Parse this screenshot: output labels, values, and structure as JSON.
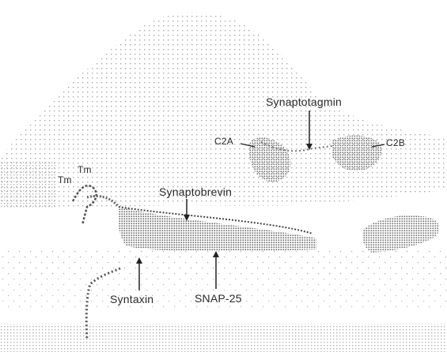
{
  "figure": {
    "labels": {
      "synaptotagmin": "Synaptotagmin",
      "c2a": "C2A",
      "c2b": "C2B",
      "synaptobrevin": "Synaptobrevin",
      "tm1": "Tm",
      "tm2": "Tm",
      "syntaxin": "Syntaxin",
      "snap25": "SNAP-25"
    },
    "colors": {
      "dots": "#7a7a7a",
      "dense": "#555555",
      "text": "#2a2a2a"
    }
  }
}
